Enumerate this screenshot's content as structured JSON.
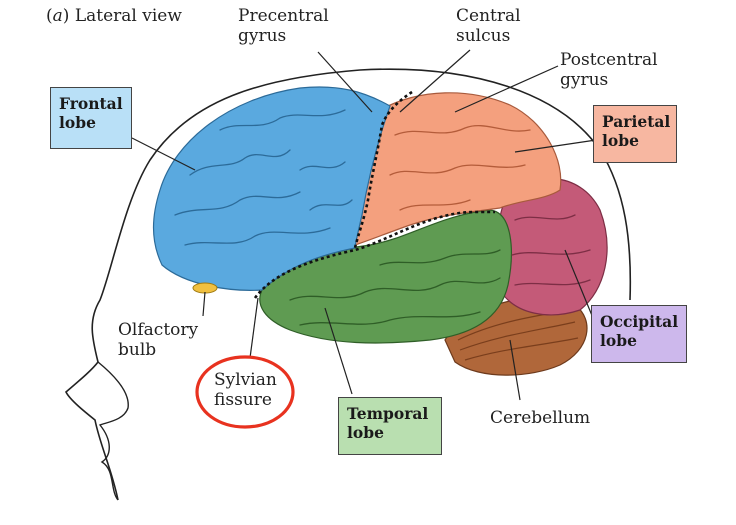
{
  "title": {
    "letter": "a",
    "text": "Lateral view"
  },
  "labels": {
    "precentral": [
      "Precentral",
      "gyrus"
    ],
    "central": [
      "Central",
      "sulcus"
    ],
    "postcentral": [
      "Postcentral",
      "gyrus"
    ],
    "olfactory": [
      "Olfactory",
      "bulb"
    ],
    "sylvian": [
      "Sylvian",
      "fissure"
    ],
    "cerebellum": "Cerebellum"
  },
  "boxes": {
    "frontal": [
      "Frontal",
      "lobe"
    ],
    "parietal": [
      "Parietal",
      "lobe"
    ],
    "occipital": [
      "Occipital",
      "lobe"
    ],
    "temporal": [
      "Temporal",
      "lobe"
    ]
  },
  "colors": {
    "frontal": "#5aa9df",
    "parietal": "#f4a07e",
    "occipital": "#c45a78",
    "temporal": "#5f9b52",
    "cerebellum": "#b0673a",
    "frontal_box": "#b9e0f7",
    "parietal_box": "#f7b7a1",
    "occipital_box": "#cdb8ec",
    "temporal_box": "#b9dfb0",
    "highlight": "#e8321f"
  }
}
